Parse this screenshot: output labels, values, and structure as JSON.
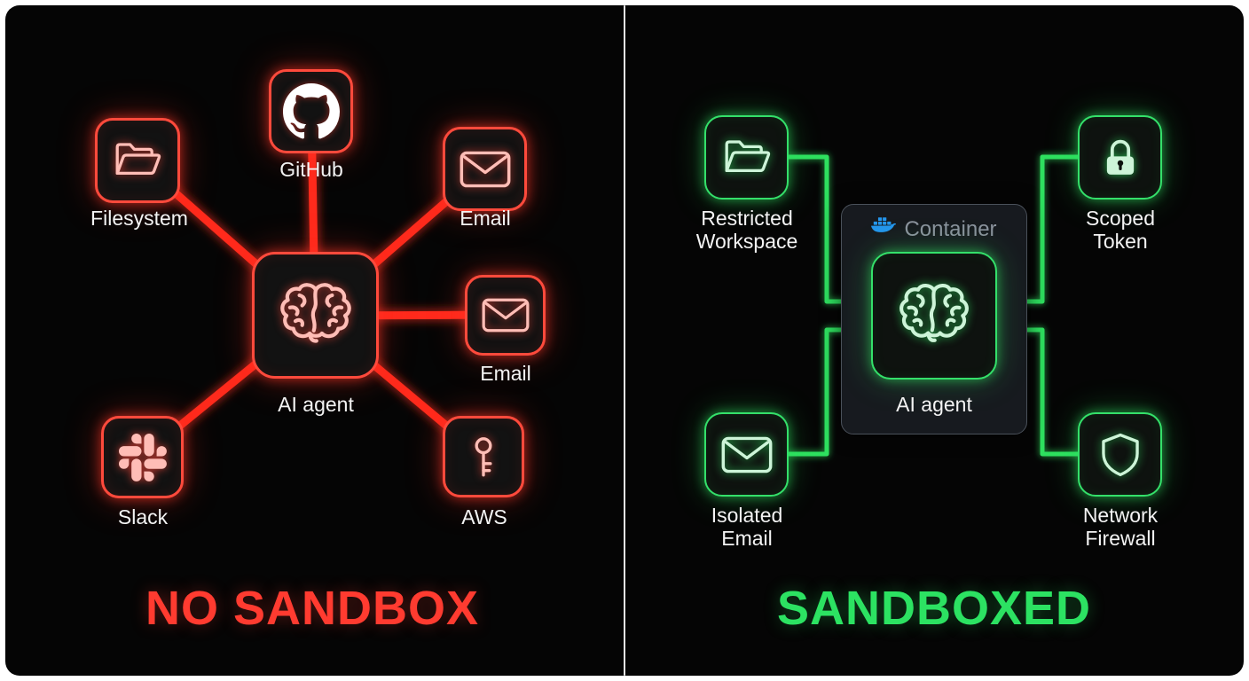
{
  "left_panel": {
    "title": "NO SANDBOX",
    "agent_label": "AI agent",
    "nodes": [
      {
        "id": "filesystem",
        "label": "Filesystem"
      },
      {
        "id": "github",
        "label": "GitHub"
      },
      {
        "id": "email-top",
        "label": "Email"
      },
      {
        "id": "email-right",
        "label": "Email"
      },
      {
        "id": "slack",
        "label": "Slack"
      },
      {
        "id": "aws",
        "label": "AWS"
      }
    ]
  },
  "right_panel": {
    "title": "SANDBOXED",
    "container_label": "Container",
    "agent_label": "AI agent",
    "nodes": [
      {
        "id": "restricted-workspace",
        "label": "Restricted Workspace"
      },
      {
        "id": "scoped-token",
        "label": "Scoped Token"
      },
      {
        "id": "isolated-email",
        "label": "Isolated Email"
      },
      {
        "id": "network-firewall",
        "label": "Network Firewall"
      }
    ]
  },
  "colors": {
    "danger_red": "#ff3b30",
    "safe_green": "#2ce262",
    "docker_blue": "#2496ED"
  }
}
